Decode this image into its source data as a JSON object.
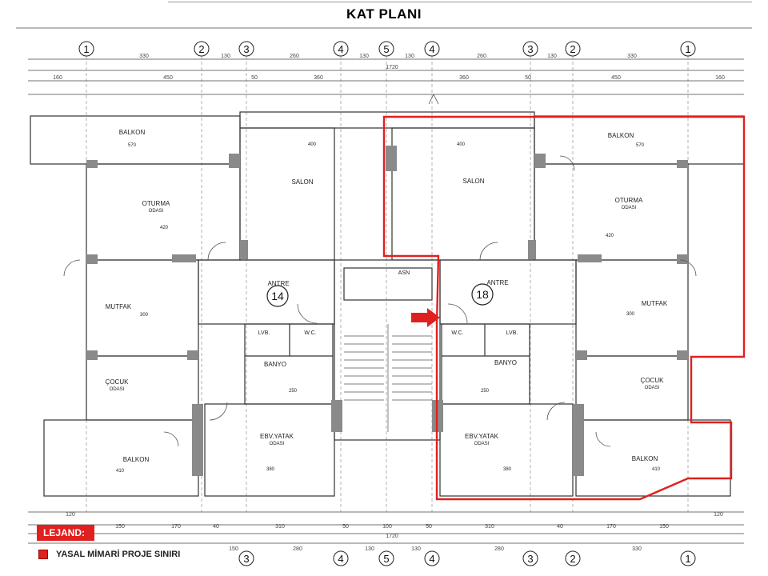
{
  "title": "KAT PLANI",
  "axis_labels": {
    "top": [
      "1",
      "2",
      "3",
      "4",
      "5",
      "4",
      "3",
      "2",
      "1"
    ],
    "bottom": [
      "3",
      "4",
      "5",
      "4",
      "3",
      "2",
      "1"
    ]
  },
  "dimensions": {
    "top_row1": [
      "330",
      "130",
      "260",
      "130",
      "130",
      "260",
      "130",
      "330"
    ],
    "top_total": "1720",
    "top_row2": [
      "160",
      "450",
      "50",
      "360",
      "360",
      "50",
      "450",
      "160"
    ],
    "bottom_row1": [
      "120",
      "150",
      "170",
      "40",
      "310",
      "50",
      "100",
      "50",
      "310",
      "40",
      "170",
      "150",
      "120"
    ],
    "bottom_total": "1720",
    "bottom_row2": [
      "150",
      "280",
      "130",
      "130",
      "280",
      "330"
    ]
  },
  "rooms": {
    "balkon": "BALKON",
    "salon": "SALON",
    "oturma": "OTURMA",
    "odasi": "ODASI",
    "mutfak": "MUTFAK",
    "antre": "ANTRE",
    "cocuk": "ÇOCUK",
    "banyo": "BANYO",
    "wc": "W.C.",
    "lvb": "LVB.",
    "ebv": "EBV.YATAK",
    "asn": "ASN"
  },
  "room_dims": {
    "balkon_top": "570",
    "salon_top": "400",
    "oturma": "420",
    "mutfak": "300",
    "banyo": "250",
    "ebv": "380",
    "balkon_bottom": "410"
  },
  "apartments": [
    "14",
    "18"
  ],
  "legend": {
    "title": "LEJAND:",
    "items": [
      {
        "label": "YASAL MİMARİ PROJE SINIRI",
        "color": "#e0201f"
      }
    ]
  },
  "colors": {
    "boundary": "#e0201f",
    "arrow": "#e0201f",
    "lines": "#333333",
    "wall": "#8a8a8a"
  }
}
